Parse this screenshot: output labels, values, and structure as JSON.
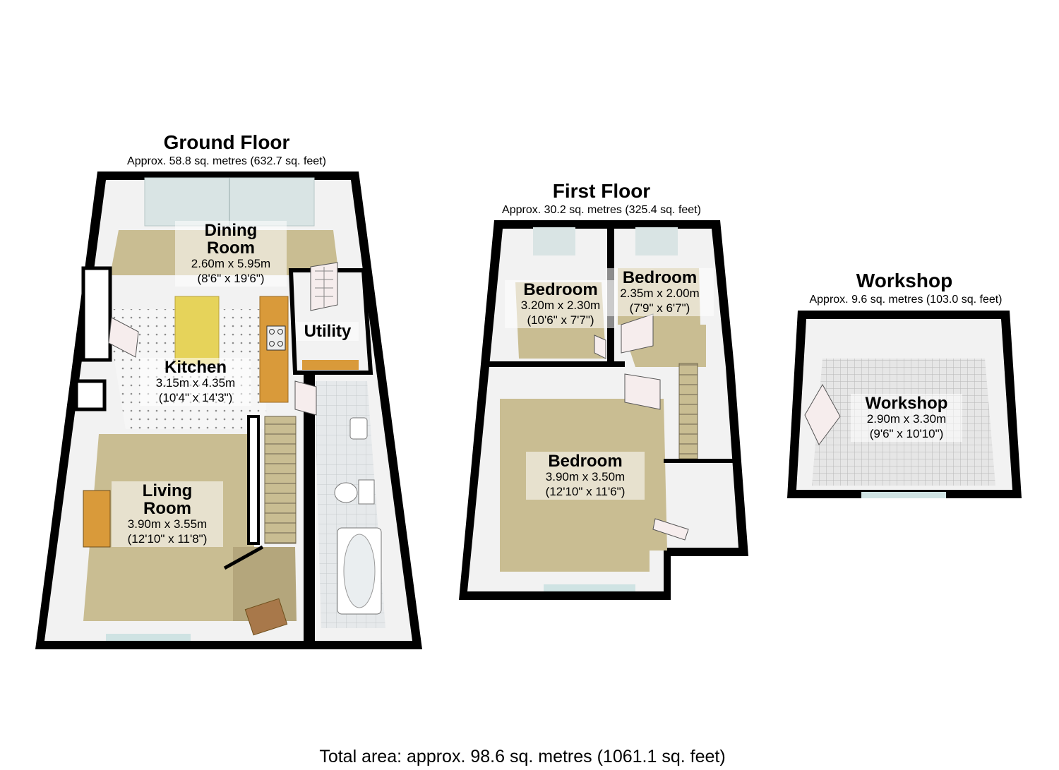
{
  "floors": [
    {
      "id": "ground",
      "title": "Ground Floor",
      "area": "Approx. 58.8 sq. metres (632.7 sq. feet)",
      "rooms": [
        {
          "name_lines": [
            "Dining",
            "Room"
          ],
          "metric": "2.60m x 5.95m",
          "imperial": "(8'6\" x 19'6\")"
        },
        {
          "name_lines": [
            "Kitchen"
          ],
          "metric": "3.15m x 4.35m",
          "imperial": "(10'4\" x 14'3\")"
        },
        {
          "name_lines": [
            "Utility"
          ],
          "metric": "",
          "imperial": ""
        },
        {
          "name_lines": [
            "Living",
            "Room"
          ],
          "metric": "3.90m x 3.55m",
          "imperial": "(12'10\" x 11'8\")"
        }
      ]
    },
    {
      "id": "first",
      "title": "First Floor",
      "area": "Approx. 30.2 sq. metres (325.4 sq. feet)",
      "rooms": [
        {
          "name_lines": [
            "Bedroom"
          ],
          "metric": "3.20m x 2.30m",
          "imperial": "(10'6\" x 7'7\")"
        },
        {
          "name_lines": [
            "Bedroom"
          ],
          "metric": "2.35m x 2.00m",
          "imperial": "(7'9\" x 6'7\")"
        },
        {
          "name_lines": [
            "Bedroom"
          ],
          "metric": "3.90m x 3.50m",
          "imperial": "(12'10\" x 11'6\")"
        }
      ]
    },
    {
      "id": "workshop",
      "title": "Workshop",
      "area": "Approx. 9.6 sq. metres (103.0 sq. feet)",
      "rooms": [
        {
          "name_lines": [
            "Workshop"
          ],
          "metric": "2.90m x 3.30m",
          "imperial": "(9'6\" x 10'10\")"
        }
      ]
    }
  ],
  "total_area": "Total area: approx. 98.6 sq. metres (1061.1 sq. feet)",
  "colors": {
    "wall": "#000000",
    "wall_inner": "#f2f2f2",
    "carpet": "#c9bd92",
    "tile_floor": "#f4f4f4",
    "bath_floor": "#e3e6e8",
    "workshop_floor": "#c9c9c9",
    "worktop": "#d99a3a",
    "table": "#e6d35a",
    "window": "#cfe3e3",
    "door": "#f6eded"
  },
  "icons": [
    "door-icon",
    "hob-icon",
    "sink-icon",
    "toilet-icon",
    "bath-icon",
    "staircase-icon",
    "window-icon",
    "table-icon",
    "worktop-icon",
    "radiator-icon"
  ]
}
